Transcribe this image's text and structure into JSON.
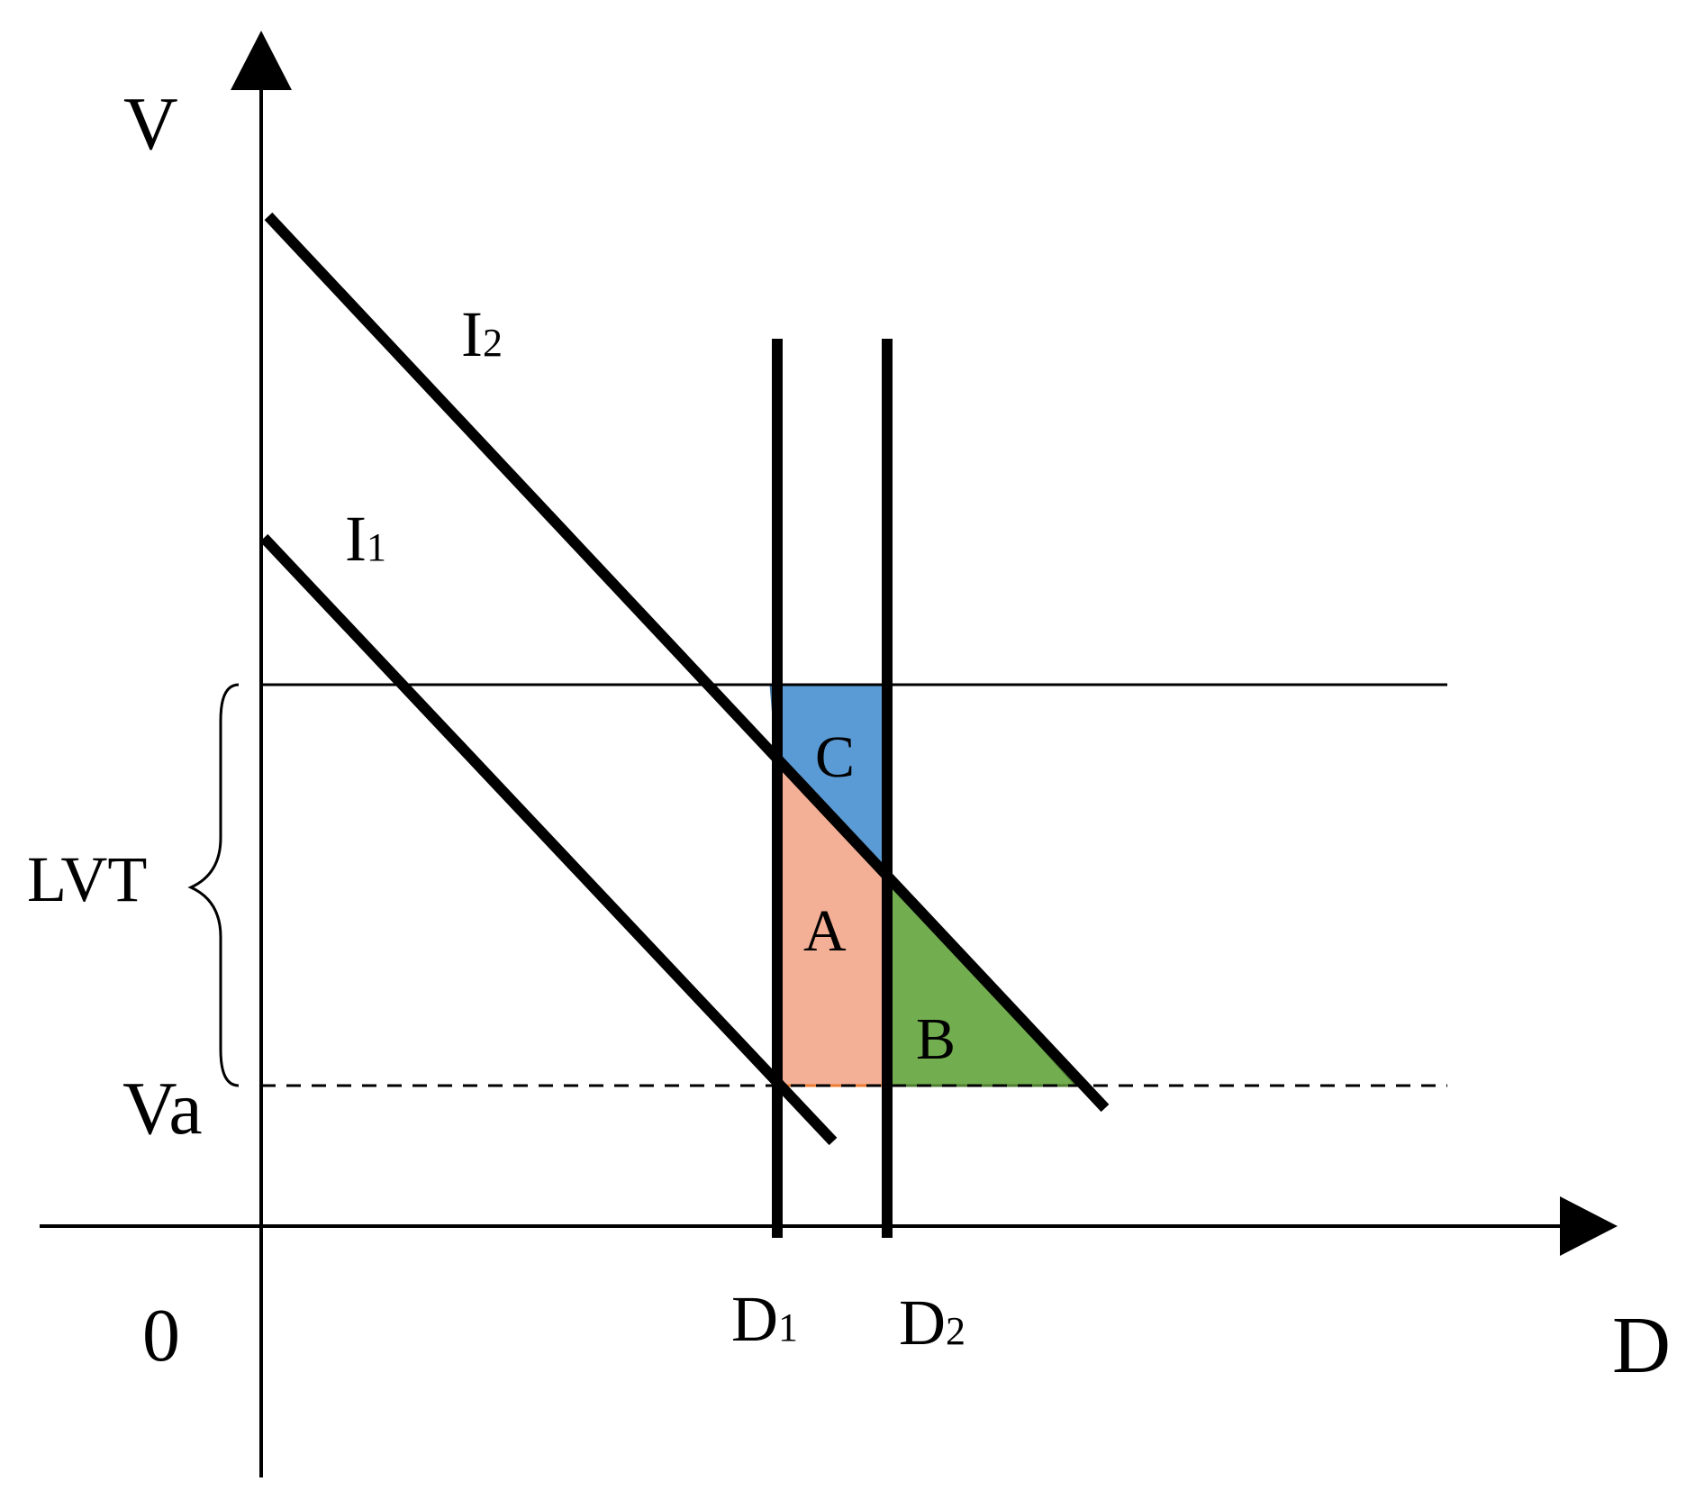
{
  "axes": {
    "y_label": "V",
    "x_label": "D",
    "origin_label": "0"
  },
  "lines": {
    "i1": {
      "name": "I",
      "subscript": "1"
    },
    "i2": {
      "name": "I",
      "subscript": "2"
    },
    "d1": {
      "name": "D",
      "subscript": "1"
    },
    "d2": {
      "name": "D",
      "subscript": "2"
    }
  },
  "levels": {
    "va_label": "Va",
    "lvt_label": "LVT"
  },
  "regions": {
    "a": {
      "label": "A",
      "color": "#f4b096"
    },
    "b": {
      "label": "B",
      "color": "#72ad4f"
    },
    "c": {
      "label": "C",
      "color": "#5b9bd5"
    }
  },
  "colors": {
    "ink": "#000000",
    "region_a_edge": "#ed7d31",
    "region_b_edge": "#507e32",
    "region_c_edge": "#41719c"
  }
}
